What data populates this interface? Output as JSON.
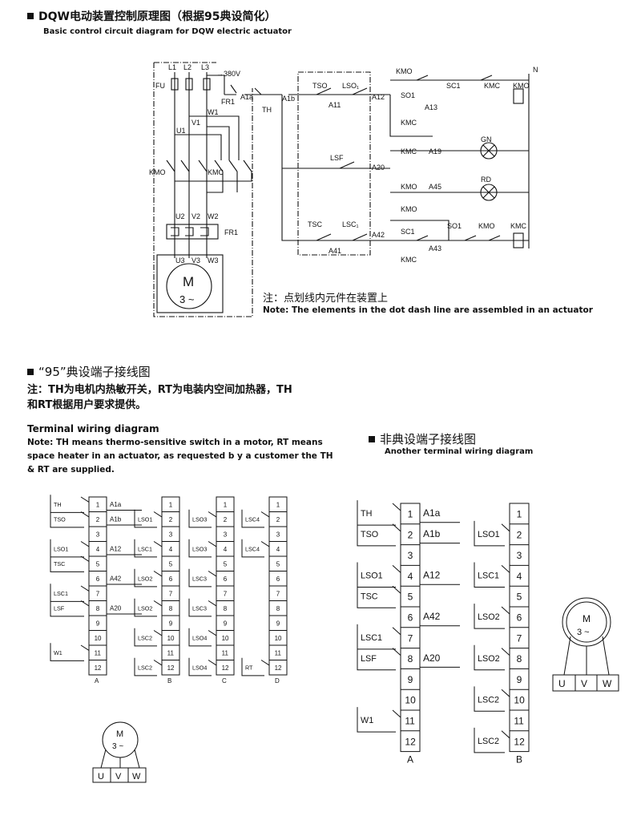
{
  "header": {
    "title_cn": "DQW电动装置控制原理图（根据95典设简化）",
    "title_en": "Basic control circuit diagram for DQW electric actuator"
  },
  "circuit": {
    "labels": {
      "L1": "L1",
      "L2": "L2",
      "L3": "L3",
      "v380": "→380V",
      "FU": "FU",
      "FR1": "FR1",
      "A1a": "A1a",
      "TH": "TH",
      "A1b": "A1b",
      "W1": "W1",
      "V1": "V1",
      "U1": "U1",
      "KMO": "KMO",
      "KMC": "KMC",
      "U2": "U2",
      "V2": "V2",
      "W2": "W2",
      "FR1b": "FR1",
      "U3": "U3",
      "V3": "V3",
      "W3": "W3",
      "M": "M",
      "M3": "3 ~",
      "TSO": "TSO",
      "LSO1": "LSO₁",
      "A11": "A11",
      "A12": "A12",
      "KMO1": "KMO",
      "SO1": "SO1",
      "A13": "A13",
      "SC1": "SC1",
      "KMC1": "KMC",
      "KMO2": "KMO",
      "N": "N",
      "KMC2": "KMC",
      "KMC3": "KMC",
      "A19": "A19",
      "GN": "GN",
      "LSF": "LSF",
      "A20": "A20",
      "RD": "RD",
      "KMO3": "KMO",
      "A45": "A45",
      "KMO4": "KMO",
      "TSC": "TSC",
      "LSC1": "LSC₁",
      "A42": "A42",
      "SC1b": "SC1",
      "SO1b": "SO1",
      "KMO5": "KMO",
      "KMC4": "KMC",
      "A41": "A41",
      "A43": "A43",
      "KMC5": "KMC"
    },
    "note_cn": "注：点划线内元件在装置上",
    "note_en": "Note: The elements in the dot dash line are assembled in an actuator"
  },
  "section95": {
    "title": "“95”典设端子接线图",
    "note_line1": "注：TH为电机内热敏开关，RT为电装内空间加热器，TH",
    "note_line2": "和RT根据用户要求提供。",
    "en_title": "Terminal wiring diagram",
    "en_line1": "Note: TH means thermo-sensitive switch in a motor, RT means",
    "en_line2": "space heater in an actuator, as requested b y a customer the TH",
    "en_line3": "& RT are supplied."
  },
  "section_other": {
    "title": "非典设端子接线图",
    "subtitle": "Another terminal wiring diagram"
  },
  "strips95": [
    {
      "label": "A",
      "cells": [
        "1",
        "2",
        "3",
        "4",
        "5",
        "6",
        "7",
        "8",
        "9",
        "10",
        "11",
        "12"
      ]
    },
    {
      "label": "B",
      "cells": [
        "1",
        "2",
        "3",
        "4",
        "5",
        "6",
        "7",
        "8",
        "9",
        "10",
        "11",
        "12"
      ]
    },
    {
      "label": "C",
      "cells": [
        "1",
        "2",
        "3",
        "4",
        "5",
        "6",
        "7",
        "8",
        "9",
        "10",
        "11",
        "12"
      ]
    },
    {
      "label": "D",
      "cells": [
        "1",
        "2",
        "3",
        "4",
        "5",
        "6",
        "7",
        "8",
        "9",
        "10",
        "11",
        "12"
      ]
    }
  ],
  "stripsOther": [
    {
      "label": "A",
      "cells": [
        "1",
        "2",
        "3",
        "4",
        "5",
        "6",
        "7",
        "8",
        "9",
        "10",
        "11",
        "12"
      ]
    },
    {
      "label": "B",
      "cells": [
        "1",
        "2",
        "3",
        "4",
        "5",
        "6",
        "7",
        "8",
        "9",
        "10",
        "11",
        "12"
      ]
    }
  ],
  "labels95": {
    "A": [
      {
        "t": "TH",
        "row": 0,
        "side": "L"
      },
      {
        "t": "A1a",
        "row": 0,
        "side": "R"
      },
      {
        "t": "A1b",
        "row": 1,
        "side": "R"
      },
      {
        "t": "TSO",
        "row": 1,
        "side": "L"
      },
      {
        "t": "LSO1",
        "row": 3,
        "side": "L"
      },
      {
        "t": "A12",
        "row": 3,
        "side": "R"
      },
      {
        "t": "TSC",
        "row": 4,
        "side": "L"
      },
      {
        "t": "LSC1",
        "row": 6,
        "side": "L"
      },
      {
        "t": "A42",
        "row": 5,
        "side": "R"
      },
      {
        "t": "LSF",
        "row": 7,
        "side": "L"
      },
      {
        "t": "A20",
        "row": 7,
        "side": "R"
      },
      {
        "t": "W1",
        "row": 10,
        "side": "L"
      }
    ],
    "B": [
      {
        "t": "LSO1",
        "row": 1
      },
      {
        "t": "LSC1",
        "row": 3
      },
      {
        "t": "LSO2",
        "row": 5
      },
      {
        "t": "LSO2",
        "row": 7
      },
      {
        "t": "LSC2",
        "row": 9
      },
      {
        "t": "LSC2",
        "row": 11
      }
    ],
    "C": [
      {
        "t": "LSO3",
        "row": 1
      },
      {
        "t": "LSO3",
        "row": 3
      },
      {
        "t": "LSC3",
        "row": 5
      },
      {
        "t": "LSC3",
        "row": 7
      },
      {
        "t": "LSO4",
        "row": 9
      },
      {
        "t": "LSO4",
        "row": 11
      }
    ],
    "D": [
      {
        "t": "LSC4",
        "row": 1
      },
      {
        "t": "LSC4",
        "row": 3
      },
      {
        "t": "RT",
        "row": 11
      }
    ]
  },
  "labelsOther": {
    "A": [
      {
        "t": "TH",
        "row": 0,
        "side": "L"
      },
      {
        "t": "A1a",
        "row": 0,
        "side": "R"
      },
      {
        "t": "A1b",
        "row": 1,
        "side": "R"
      },
      {
        "t": "TSO",
        "row": 1,
        "side": "L"
      },
      {
        "t": "LSO1",
        "row": 3,
        "side": "L"
      },
      {
        "t": "A12",
        "row": 3,
        "side": "R"
      },
      {
        "t": "TSC",
        "row": 4,
        "side": "L"
      },
      {
        "t": "LSC1",
        "row": 6,
        "side": "L"
      },
      {
        "t": "A42",
        "row": 5,
        "side": "R"
      },
      {
        "t": "LSF",
        "row": 7,
        "side": "L"
      },
      {
        "t": "A20",
        "row": 7,
        "side": "R"
      },
      {
        "t": "W1",
        "row": 10,
        "side": "L"
      }
    ],
    "B": [
      {
        "t": "LSO1",
        "row": 1
      },
      {
        "t": "LSC1",
        "row": 3
      },
      {
        "t": "LSO2",
        "row": 5
      },
      {
        "t": "LSO2",
        "row": 7
      },
      {
        "t": "LSC2",
        "row": 9
      },
      {
        "t": "LSC2",
        "row": 11
      }
    ]
  },
  "motor_small": {
    "m": "M",
    "phase": "3 ~",
    "terminals": [
      "U",
      "V",
      "W"
    ]
  }
}
